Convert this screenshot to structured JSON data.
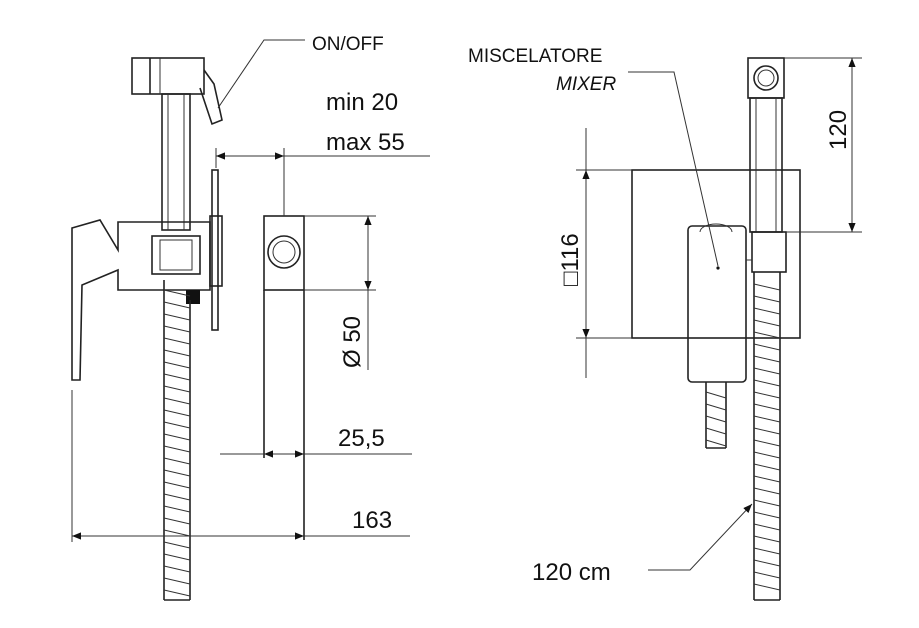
{
  "labels": {
    "on_off": "ON/OFF",
    "min": "min 20",
    "max": "max 55",
    "diameter": "Ø 50",
    "dim_25_5": "25,5",
    "dim_163": "163",
    "miscelatore": "MISCELATORE",
    "mixer": "MIXER",
    "square_116": "□116",
    "dim_120": "120",
    "hose_length": "120 cm"
  }
}
